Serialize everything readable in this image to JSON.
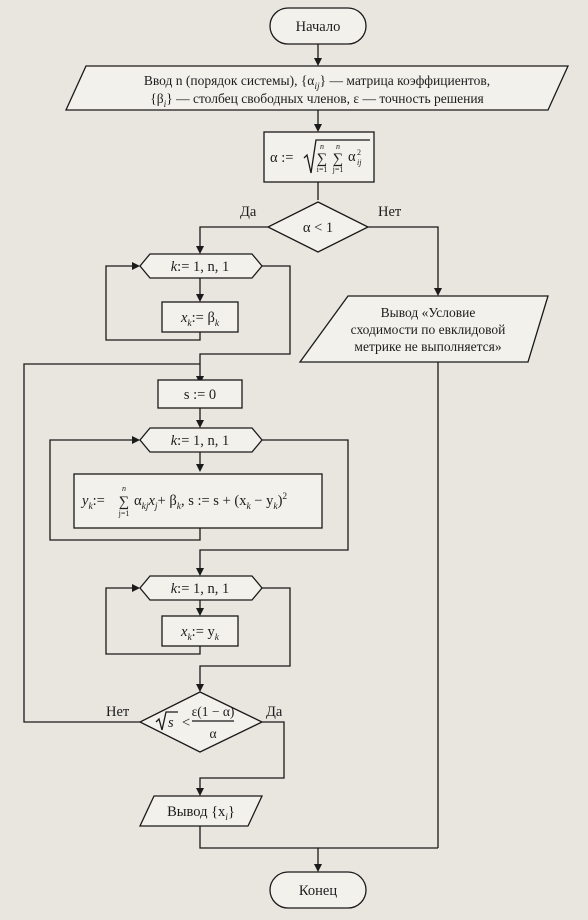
{
  "start_label": "Начало",
  "end_label": "Конец",
  "input": {
    "line1": "Ввод n (порядок системы), {α",
    "line1_sub": "ij",
    "line1_rest": "} — матрица коэффициентов,",
    "line2": "{β",
    "line2_sub": "i",
    "line2_rest": "} — столбец свободных членов, ε — точность решения"
  },
  "alpha_calc": {
    "prefix": "α :=",
    "sum_upper": "n",
    "sum_lower_i": "i=1",
    "sum_lower_j": "j=1",
    "term": "α",
    "term_sub": "ij",
    "term_sup": "2"
  },
  "condition1": {
    "text": "α < 1",
    "yes": "Да",
    "no": "Нет"
  },
  "output_fail": {
    "line1": "Вывод «Условие",
    "line2": "сходимости по евклидовой",
    "line3": "метрике не выполняется»"
  },
  "loop": {
    "k": "k",
    "rest": ":= 1, n, 1"
  },
  "assign_x_beta": {
    "x": "x",
    "x_sub": "k",
    "op": ":= β",
    "beta_sub": "k"
  },
  "assign_s0": "s := 0",
  "inner_calc": {
    "y": "y",
    "y_sub": "k",
    "op": ":=",
    "sum_upper": "n",
    "sum_lower": "j=1",
    "body": "α",
    "body_sub": "kj",
    "body2": "x",
    "body2_sub": "j",
    "plus": "+ β",
    "plus_sub": "k",
    "s_part": ",  s := s + (x",
    "s_sub1": "k",
    "s_mid": " − y",
    "s_sub2": "k",
    "s_end": ")",
    "s_sup": "2"
  },
  "assign_x_y": {
    "x": "x",
    "x_sub": "k",
    "op": ":= y",
    "y_sub": "k"
  },
  "condition2": {
    "sqrt_s": "s",
    "lt": "<",
    "numerator": "ε(1 − α)",
    "denominator": "α",
    "yes": "Да",
    "no": "Нет"
  },
  "output_result": {
    "text": "Вывод {x",
    "sub": "i",
    "close": "}"
  }
}
